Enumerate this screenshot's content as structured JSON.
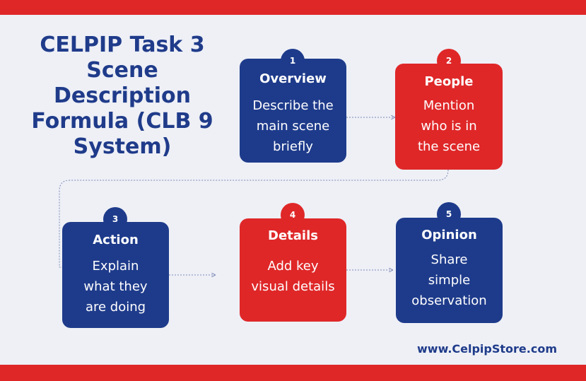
{
  "title_lines": [
    "CELPIP Task 3",
    "Scene",
    "Description",
    "Formula (CLB 9",
    "System)"
  ],
  "steps": [
    {
      "number": "1",
      "heading": "Overview",
      "lines": [
        "Describe the",
        "main scene",
        "briefly"
      ],
      "color": "#1e3b8b"
    },
    {
      "number": "2",
      "heading": "People",
      "lines": [
        "Mention",
        "who is in",
        "the scene"
      ],
      "color": "#df2728"
    },
    {
      "number": "3",
      "heading": "Action",
      "lines": [
        "Explain",
        "what they",
        "are doing"
      ],
      "color": "#1e3b8b"
    },
    {
      "number": "4",
      "heading": "Details",
      "lines": [
        "Add key",
        "visual details"
      ],
      "color": "#df2728"
    },
    {
      "number": "5",
      "heading": "Opinion",
      "lines": [
        "Share",
        "simple",
        "observation"
      ],
      "color": "#1e3b8b"
    }
  ],
  "website": "www.CelpipStore.com"
}
